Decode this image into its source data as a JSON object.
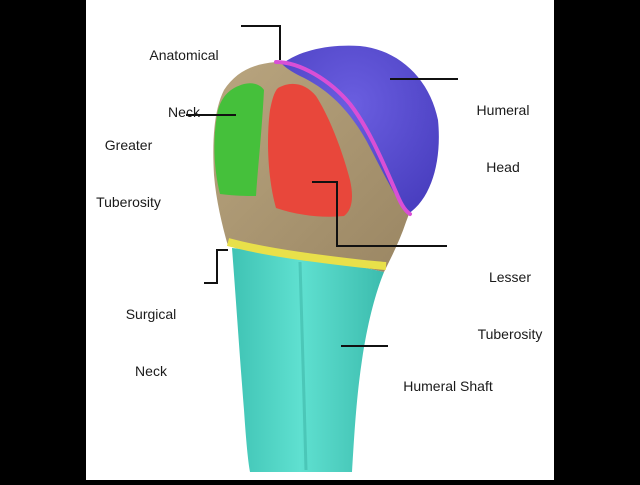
{
  "colors": {
    "frame": "#000000",
    "panel": "#ffffff",
    "humeral_head": "#5b4fd0",
    "anatomical_neck": "#d94fd6",
    "greater_tuberosity": "#45c03b",
    "lesser_tuberosity": "#e8473b",
    "bone": "#a89470",
    "surgical_neck": "#e8e04a",
    "humeral_shaft": "#4fd4c4",
    "leader_line": "#111111"
  },
  "labels": {
    "anatomical_neck": {
      "line1": "Anatomical",
      "line2": "Neck"
    },
    "greater_tuberosity": {
      "line1": "Greater",
      "line2": "Tuberosity"
    },
    "humeral_head": {
      "line1": "Humeral",
      "line2": "Head"
    },
    "lesser_tuberosity": {
      "line1": "Lesser",
      "line2": "Tuberosity"
    },
    "surgical_neck": {
      "line1": "Surgical",
      "line2": "Neck"
    },
    "humeral_shaft": {
      "line1": "Humeral Shaft"
    }
  }
}
